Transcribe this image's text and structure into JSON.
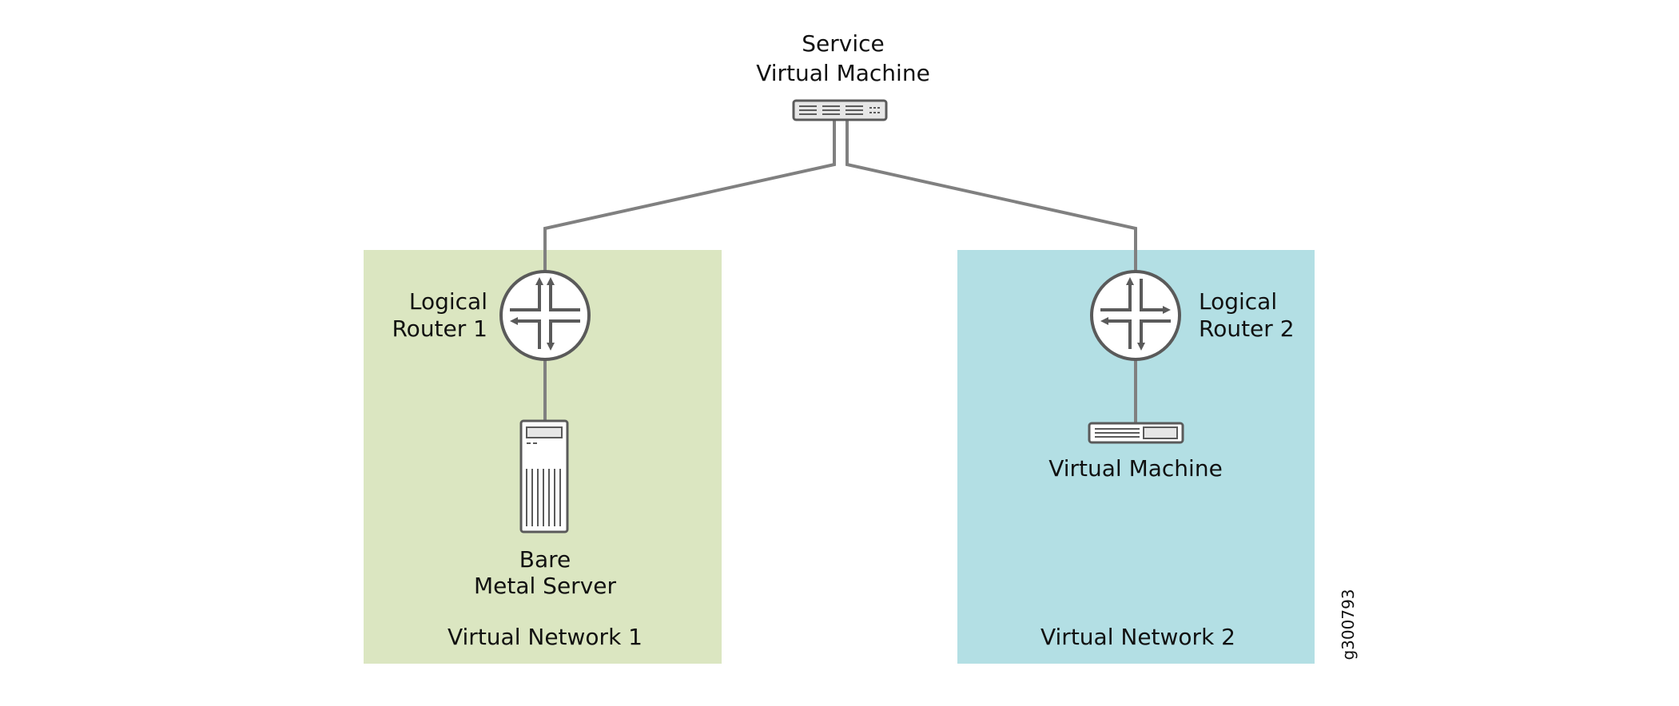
{
  "diagram": {
    "service_vm": {
      "label_line1": "Service",
      "label_line2": "Virtual Machine",
      "icon": "switch-icon"
    },
    "networks": [
      {
        "name": "Virtual Network 1",
        "color": "#dbe6c1",
        "router": {
          "label_line1": "Logical",
          "label_line2": "Router 1",
          "icon": "router-icon"
        },
        "endpoint": {
          "label_line1": "Bare",
          "label_line2": "Metal Server",
          "icon": "server-tower-icon"
        }
      },
      {
        "name": "Virtual Network 2",
        "color": "#b3dfe4",
        "router": {
          "label_line1": "Logical",
          "label_line2": "Router 2",
          "icon": "router-icon"
        },
        "endpoint": {
          "label_line1": "Virtual Machine",
          "icon": "vm-icon"
        }
      }
    ],
    "figure_id": "g300793",
    "line_color": "#808080",
    "icon_stroke": "#5a5a5a"
  }
}
